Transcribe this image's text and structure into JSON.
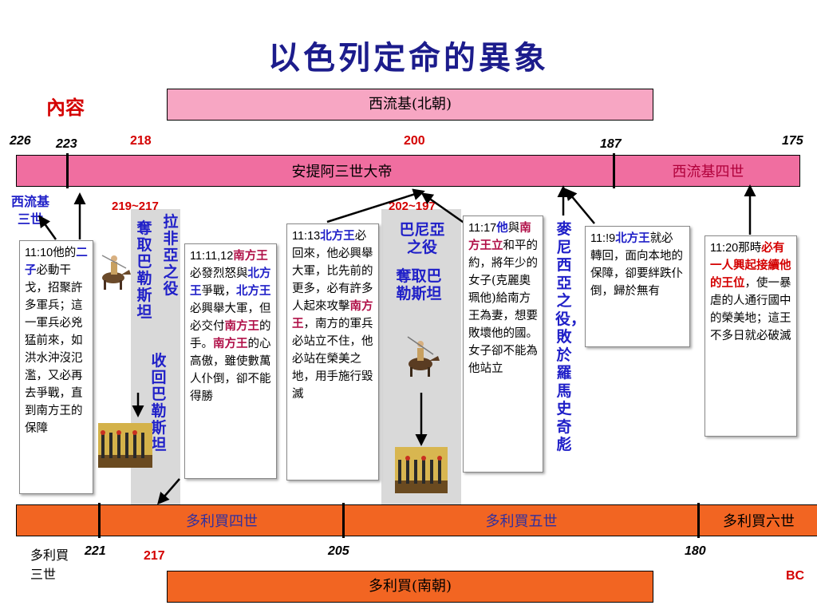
{
  "title": "以色列定命的異象",
  "content_label": "內容",
  "north_box": "西流基(北朝)",
  "south_box": "多利買(南朝)",
  "top_years": {
    "y226": "226",
    "y223": "223",
    "y218": "218",
    "y200": "200",
    "y187": "187",
    "y175": "175"
  },
  "north_bar": {
    "antiochus": "安提阿三世大帝",
    "seleucus4": "西流基四世"
  },
  "seleucus3": {
    "line1": "西流基",
    "line2": "三世"
  },
  "range_219_217": "219~217",
  "range_202_197": "202~197",
  "vert_labels": {
    "capture_palestine_1": "奪取巴勒斯坦",
    "raphia": "拉非亞之役",
    "recover_palestine": "收回巴勒斯坦",
    "panium_line1": "巴尼亞",
    "panium_line2": "之役",
    "capture_palestine_2": "奪取巴勒斯坦",
    "magnesia": "麥尼西亞之役，敗於羅馬史奇彪"
  },
  "notes": {
    "n1110": {
      "ref": "11:10",
      "t1": "他的",
      "t2": "二子",
      "t3": "必動干戈，招聚許多軍兵；這一軍兵必兇猛前來，如洪水沖沒氾濫，又必再去爭戰，直到南方王的保障"
    },
    "n1111": {
      "ref": "11:11,12",
      "t1": "南方王",
      "t2": "必發烈怒與",
      "t3": "北方王",
      "t4": "爭戰，",
      "t5": "北方王",
      "t6": "必興舉大軍，但必交付",
      "t7": "南方王",
      "t8": "的手。",
      "t9": "南方王",
      "t10": "的心高傲，雖使數萬人仆倒，卻不能得勝"
    },
    "n1113": {
      "ref": "11:13",
      "t1": "北方王",
      "t2": "必回來，他必興舉大軍，比先前的更多，必有許多人起來攻擊",
      "t3": "南方王",
      "t4": "，南方的軍兵必站立不住，他必站在榮美之地，用手施行毀滅"
    },
    "n1117": {
      "ref": "11:17",
      "t1": "他",
      "t2": "與",
      "t3": "南方王立",
      "t4": "和平的約，將年少的女子(克麗奧珮他)給南方王為妻，想要敗壞他的國。女子卻不能為他站立"
    },
    "n1119": {
      "ref": "11:!9",
      "t1": "北方王",
      "t2": "就必轉回，面向本地的保障，卻要絆跌仆倒，歸於無有"
    },
    "n1120": {
      "ref": "11:20",
      "t1": "那時",
      "t2": "必有一人興起接續他的王位",
      "t3": "，使一暴虐的人通行國中的榮美地；這王不多日就必破滅"
    }
  },
  "south_bar": {
    "p4": "多利買四世",
    "p5": "多利買五世",
    "p6": "多利買六世"
  },
  "bottom_years": {
    "y221": "221",
    "y217": "217",
    "y205": "205",
    "y180": "180"
  },
  "ptolemy3": {
    "line1": "多利買",
    "line2": "三世"
  },
  "bc": "BC",
  "colors": {
    "pink": "#f06ea0",
    "orange": "#f26522",
    "blue": "#2020c8",
    "red": "#d40000"
  }
}
